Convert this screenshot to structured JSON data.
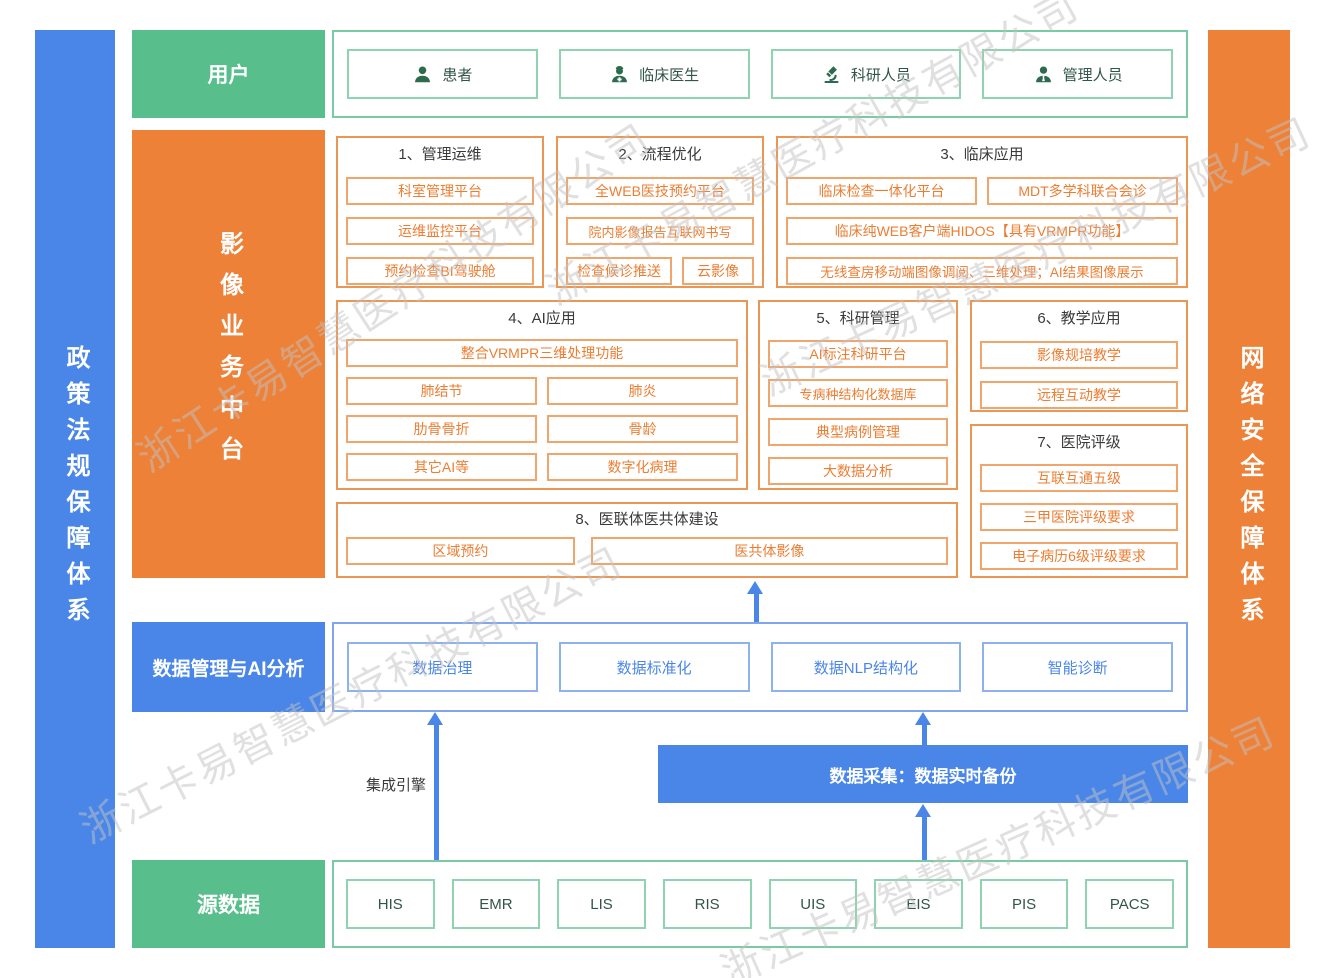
{
  "watermark": {
    "text": "浙江卡易智慧医疗科技有限公司"
  },
  "sidebars": {
    "left": {
      "label": "政策法规保障体系",
      "color": "#4A86E8"
    },
    "right": {
      "label": "网络安全保障体系",
      "color": "#ED8138"
    }
  },
  "users": {
    "label": "用户",
    "items": [
      {
        "name": "患者",
        "icon": "patient-icon"
      },
      {
        "name": "临床医生",
        "icon": "doctor-icon"
      },
      {
        "name": "科研人员",
        "icon": "microscope-icon"
      },
      {
        "name": "管理人员",
        "icon": "manager-icon"
      }
    ]
  },
  "platform": {
    "label": "影像业务中台",
    "sections": [
      {
        "title": "1、管理运维",
        "items": [
          "科室管理平台",
          "运维监控平台",
          "预约检查BI驾驶舱"
        ]
      },
      {
        "title": "2、流程优化",
        "items": [
          "全WEB医技预约平台",
          "院内影像报告互联网书写",
          "检查候诊推送",
          "云影像"
        ]
      },
      {
        "title": "3、临床应用",
        "items": [
          "临床检查一体化平台",
          "MDT多学科联合会诊",
          "临床纯WEB客户端HIDOS【具有VRMPR功能】",
          "无线查房移动端图像调阅、三维处理；AI结果图像展示"
        ]
      },
      {
        "title": "4、AI应用",
        "items": [
          "整合VRMPR三维处理功能",
          "肺结节",
          "肺炎",
          "肋骨骨折",
          "骨龄",
          "其它AI等",
          "数字化病理"
        ]
      },
      {
        "title": "5、科研管理",
        "items": [
          "AI标注科研平台",
          "专病种结构化数据库",
          "典型病例管理",
          "大数据分析"
        ]
      },
      {
        "title": "6、教学应用",
        "items": [
          "影像规培教学",
          "远程互动教学"
        ]
      },
      {
        "title": "7、医院评级",
        "items": [
          "互联互通五级",
          "三甲医院评级要求",
          "电子病历6级评级要求"
        ]
      },
      {
        "title": "8、医联体医共体建设",
        "items": [
          "区域预约",
          "医共体影像"
        ]
      }
    ]
  },
  "data_mgmt": {
    "label": "数据管理与AI分析",
    "items": [
      "数据治理",
      "数据标准化",
      "数据NLP结构化",
      "智能诊断"
    ]
  },
  "flow": {
    "integration_engine": "集成引擎",
    "data_collection": "数据采集：数据实时备份"
  },
  "source_data": {
    "label": "源数据",
    "items": [
      "HIS",
      "EMR",
      "LIS",
      "RIS",
      "UIS",
      "EIS",
      "PIS",
      "PACS"
    ]
  },
  "colors": {
    "blue": "#4A86E8",
    "orange": "#ED8138",
    "orange_text": "#ED7D31",
    "green": "#57BE8C",
    "dark_green": "#2D6B4F",
    "title_text": "#3A3A3A",
    "watermark": "#C2C2C2"
  }
}
